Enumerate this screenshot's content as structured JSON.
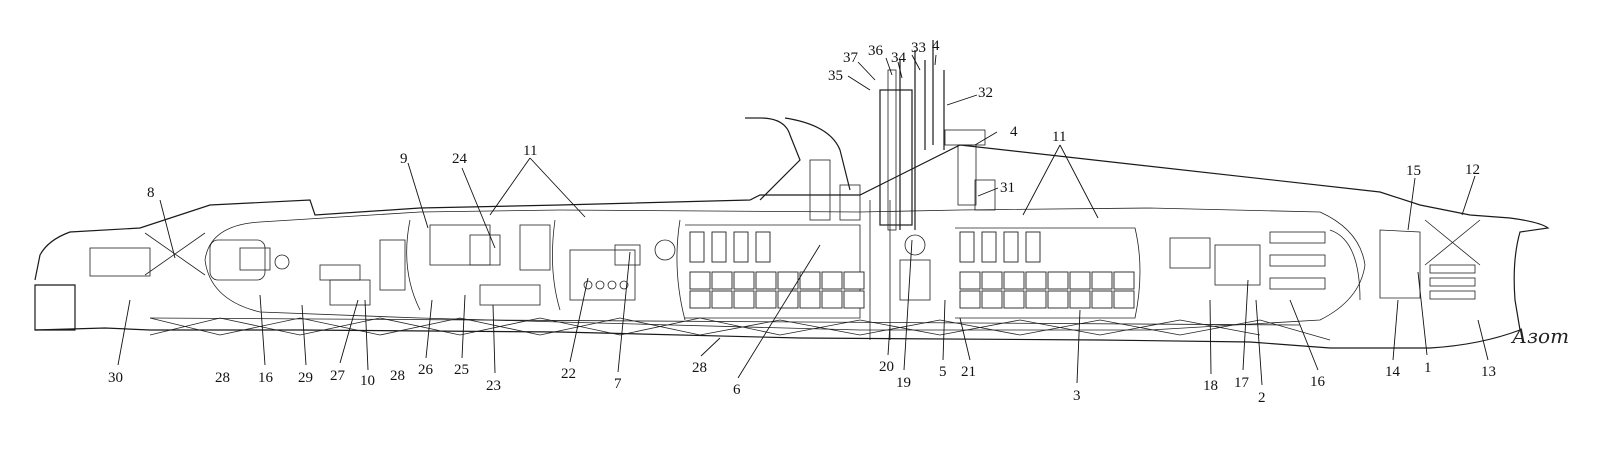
{
  "diagram": {
    "callouts": [
      "8",
      "9",
      "24",
      "11",
      "37",
      "36",
      "34",
      "33",
      "4",
      "35",
      "32",
      "4",
      "11",
      "31",
      "15",
      "12",
      "30",
      "28",
      "16",
      "29",
      "27",
      "10",
      "28",
      "26",
      "25",
      "23",
      "22",
      "7",
      "28",
      "6",
      "20",
      "19",
      "5",
      "21",
      "3",
      "18",
      "17",
      "2",
      "16",
      "14",
      "1",
      "13"
    ],
    "signature": "Азот"
  }
}
